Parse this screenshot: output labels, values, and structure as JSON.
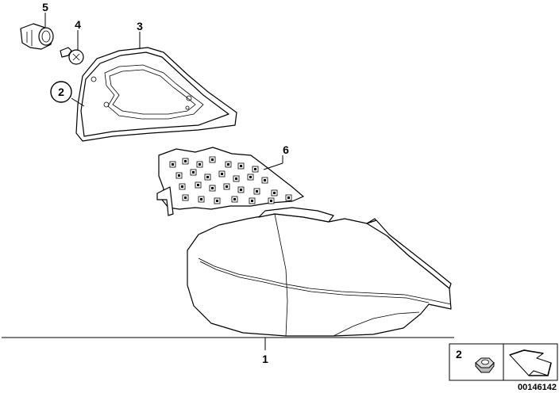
{
  "labels": {
    "p1": "1",
    "p2": "2",
    "p3": "3",
    "p4": "4",
    "p5": "5",
    "p6": "6"
  },
  "legend": {
    "item_number": "2"
  },
  "diagram_code": "00146142"
}
